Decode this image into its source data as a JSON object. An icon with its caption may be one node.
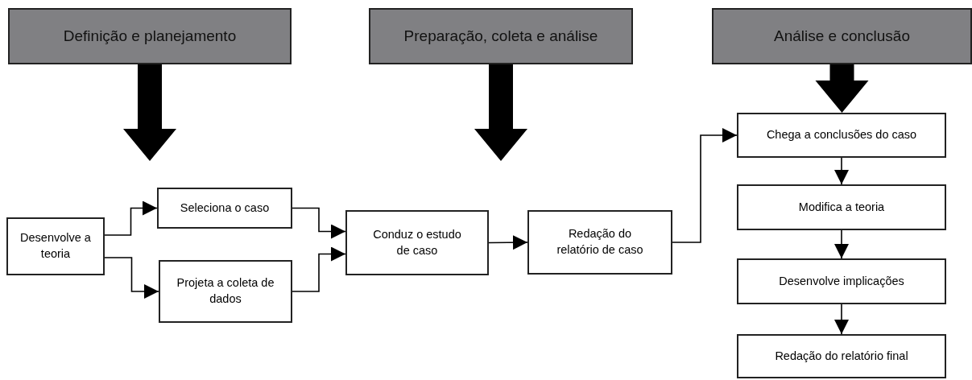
{
  "diagram": {
    "nodes": [
      {
        "text": [
          "Definição e planejamento"
        ]
      },
      {
        "text": [
          "Preparação, coleta e análise"
        ]
      },
      {
        "text": [
          "Análise e conclusão"
        ]
      },
      {
        "text": [
          "Desenvolve a teoria"
        ]
      },
      {
        "text": [
          "Seleciona o caso"
        ]
      },
      {
        "text": [
          "Projeta a coleta de dados"
        ]
      },
      {
        "text": [
          "Conduz o estudo de caso"
        ]
      },
      {
        "text": [
          "Redação do relatório de caso"
        ]
      },
      {
        "text": [
          "Chega a conclusões do caso"
        ]
      },
      {
        "text": [
          "Modifica a teoria"
        ]
      },
      {
        "text": [
          "Desenvolve implicações"
        ]
      },
      {
        "text": [
          "Redação do relatório final"
        ]
      }
    ],
    "edges": [
      {
        "from": 0,
        "to": null,
        "arrow": "to",
        "style": "thick"
      },
      {
        "from": 1,
        "to": null,
        "arrow": "to",
        "style": "thick"
      },
      {
        "from": 2,
        "to": 8,
        "arrow": "to",
        "style": "thick"
      },
      {
        "from": 3,
        "to": 4,
        "arrow": "to"
      },
      {
        "from": 3,
        "to": 5,
        "arrow": "to"
      },
      {
        "from": 4,
        "to": 6,
        "arrow": "to"
      },
      {
        "from": 5,
        "to": 6,
        "arrow": "to"
      },
      {
        "from": 6,
        "to": 7,
        "arrow": "to"
      },
      {
        "from": 7,
        "to": 8,
        "arrow": "to"
      },
      {
        "from": 8,
        "to": 9,
        "arrow": "to"
      },
      {
        "from": 9,
        "to": 10,
        "arrow": "to"
      },
      {
        "from": 10,
        "to": 11,
        "arrow": "to"
      }
    ]
  }
}
